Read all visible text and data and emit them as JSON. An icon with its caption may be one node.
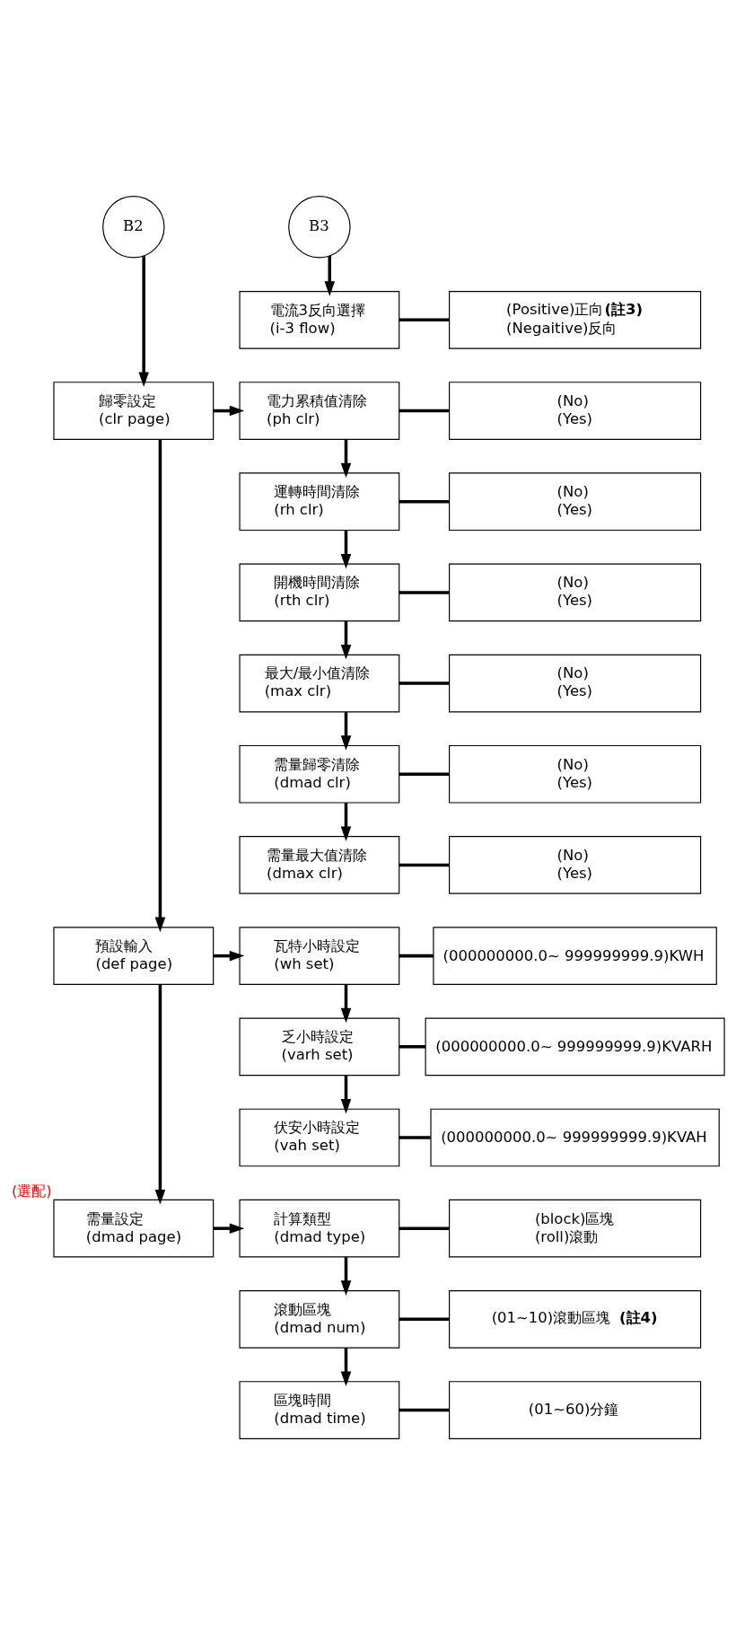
{
  "diagram": {
    "nodes": [
      {
        "text": [
          "B2"
        ]
      },
      {
        "text": [
          "B3"
        ]
      },
      {
        "text": [
          "電流3反向選擇",
          "(i-3 flow)"
        ]
      },
      {
        "text": [
          "(Positive)正向**(註3)**",
          "(Negaitive)反向"
        ]
      },
      {
        "text": [
          "歸零設定",
          "(clr page)"
        ]
      },
      {
        "text": [
          "電力累積值清除",
          "(ph clr)"
        ]
      },
      {
        "text": [
          "(No)",
          "(Yes)"
        ]
      },
      {
        "text": [
          "運轉時間清除",
          "(rh clr)"
        ]
      },
      {
        "text": [
          "(No)",
          "(Yes)"
        ]
      },
      {
        "text": [
          "開機時間清除",
          "(rth clr)"
        ]
      },
      {
        "text": [
          "(No)",
          "(Yes)"
        ]
      },
      {
        "text": [
          "最大/最小值清除",
          "(max clr)"
        ]
      },
      {
        "text": [
          "(No)",
          "(Yes)"
        ]
      },
      {
        "text": [
          "需量歸零清除",
          "(dmad clr)"
        ]
      },
      {
        "text": [
          "(No)",
          "(Yes)"
        ]
      },
      {
        "text": [
          "需量最大值清除",
          "(dmax clr)"
        ]
      },
      {
        "text": [
          "(No)",
          "(Yes)"
        ]
      },
      {
        "text": [
          "預設輸入",
          "(def page)"
        ]
      },
      {
        "text": [
          "瓦特小時設定",
          "(wh set)"
        ]
      },
      {
        "text": [
          "(000000000.0~ 999999999.9)KWH"
        ]
      },
      {
        "text": [
          "乏小時設定",
          "(varh set)"
        ]
      },
      {
        "text": [
          "(000000000.0~ 999999999.9)KVARH"
        ]
      },
      {
        "text": [
          "伏安小時設定",
          "(vah set)"
        ]
      },
      {
        "text": [
          "(000000000.0~ 999999999.9)KVAH"
        ]
      },
      {
        "text": [
          "需量設定",
          "(dmad page)"
        ],
        "beside": [
          "(選配)"
        ]
      },
      {
        "text": [
          "計算類型",
          "(dmad type)"
        ]
      },
      {
        "text": [
          "(block)區塊",
          "(roll)滾動"
        ]
      },
      {
        "text": [
          "滾動區塊",
          "(dmad num)"
        ]
      },
      {
        "text": [
          "(01~10)滾動區塊 **(註4)**"
        ]
      },
      {
        "text": [
          "區塊時間",
          "(dmad time)"
        ]
      },
      {
        "text": [
          "(01~60)分鐘"
        ]
      }
    ],
    "edges": [
      {
        "from": 0,
        "to": 4,
        "arrow": "to"
      },
      {
        "from": 1,
        "to": 2,
        "arrow": "to"
      },
      {
        "from": 2,
        "to": 3,
        "arrow": "none"
      },
      {
        "from": 4,
        "to": 5,
        "arrow": "to"
      },
      {
        "from": 5,
        "to": 6,
        "arrow": "none"
      },
      {
        "from": 5,
        "to": 7,
        "arrow": "to"
      },
      {
        "from": 7,
        "to": 8,
        "arrow": "none"
      },
      {
        "from": 7,
        "to": 9,
        "arrow": "to"
      },
      {
        "from": 9,
        "to": 10,
        "arrow": "none"
      },
      {
        "from": 9,
        "to": 11,
        "arrow": "to"
      },
      {
        "from": 11,
        "to": 12,
        "arrow": "none"
      },
      {
        "from": 11,
        "to": 13,
        "arrow": "to"
      },
      {
        "from": 13,
        "to": 14,
        "arrow": "none"
      },
      {
        "from": 13,
        "to": 15,
        "arrow": "to"
      },
      {
        "from": 15,
        "to": 16,
        "arrow": "none"
      },
      {
        "from": 4,
        "to": 17,
        "arrow": "to"
      },
      {
        "from": 17,
        "to": 18,
        "arrow": "to"
      },
      {
        "from": 18,
        "to": 19,
        "arrow": "none"
      },
      {
        "from": 18,
        "to": 20,
        "arrow": "to"
      },
      {
        "from": 20,
        "to": 21,
        "arrow": "none"
      },
      {
        "from": 20,
        "to": 22,
        "arrow": "to"
      },
      {
        "from": 22,
        "to": 23,
        "arrow": "none"
      },
      {
        "from": 17,
        "to": 24,
        "arrow": "to"
      },
      {
        "from": 24,
        "to": 25,
        "arrow": "to"
      },
      {
        "from": 25,
        "to": 26,
        "arrow": "none"
      },
      {
        "from": 25,
        "to": 27,
        "arrow": "to"
      },
      {
        "from": 27,
        "to": 28,
        "arrow": "none"
      },
      {
        "from": 27,
        "to": 29,
        "arrow": "to"
      },
      {
        "from": 29,
        "to": 30,
        "arrow": "none"
      }
    ]
  }
}
